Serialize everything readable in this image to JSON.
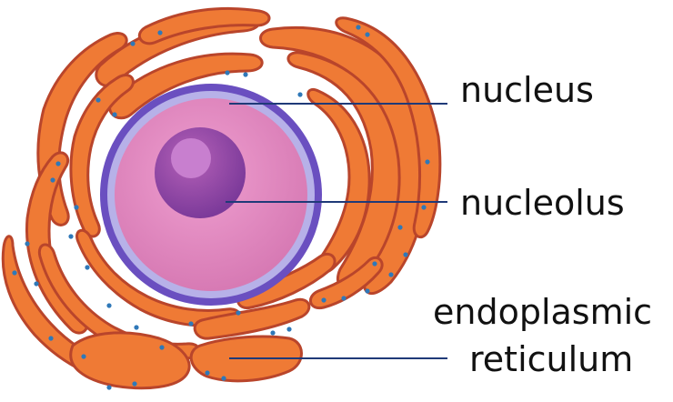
{
  "diagram": {
    "labels": {
      "nucleus": "nucleus",
      "nucleolus": "nucleolus",
      "er_line1": "endoplasmic",
      "er_line2": "reticulum"
    },
    "colors": {
      "er_fill": "#ef7a35",
      "er_dark": "#b9452b",
      "er_light": "#f5a066",
      "ribosome": "#2f78b8",
      "nuclear_envelope": "#6a4fc0",
      "nuclear_envelope_light": "#b7b1e8",
      "nucleoplasm": "#e28ac0",
      "nucleolus": "#9b48a6",
      "nucleolus_highlight": "#c87fcf",
      "leader_line": "#1f3a78"
    }
  }
}
